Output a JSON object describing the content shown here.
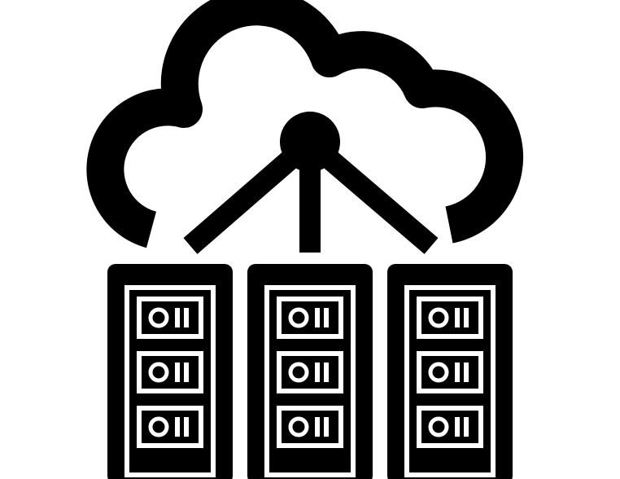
{
  "icon": {
    "name": "cloud-server-network-icon",
    "foreground": "#000000",
    "background": "#ffffff"
  },
  "servers": [
    {
      "name": "server-rack-left",
      "units": 3
    },
    {
      "name": "server-rack-center",
      "units": 3
    },
    {
      "name": "server-rack-right",
      "units": 3
    }
  ]
}
